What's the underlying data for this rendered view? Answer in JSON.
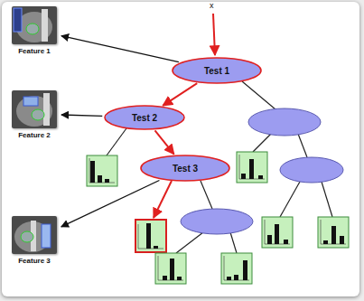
{
  "diagram": {
    "nodes": [
      {
        "text": [
          "Feature 1"
        ]
      },
      {
        "text": [
          "Test 1"
        ]
      },
      {
        "text": [
          "Feature 2"
        ]
      },
      {
        "text": [
          "Test 2"
        ]
      },
      {
        "text": [
          "Test 3"
        ]
      },
      {
        "text": [
          "Feature 3"
        ]
      }
    ],
    "edges": [
      {
        "from": 1,
        "to": 3,
        "arrow": "to"
      },
      {
        "from": 3,
        "to": 4,
        "arrow": "to"
      },
      {
        "from": 1,
        "to": 0,
        "arrow": "to"
      },
      {
        "from": 3,
        "to": 2,
        "arrow": "to"
      },
      {
        "from": 4,
        "to": 5,
        "arrow": "to"
      }
    ],
    "labels": [
      "x"
    ]
  }
}
